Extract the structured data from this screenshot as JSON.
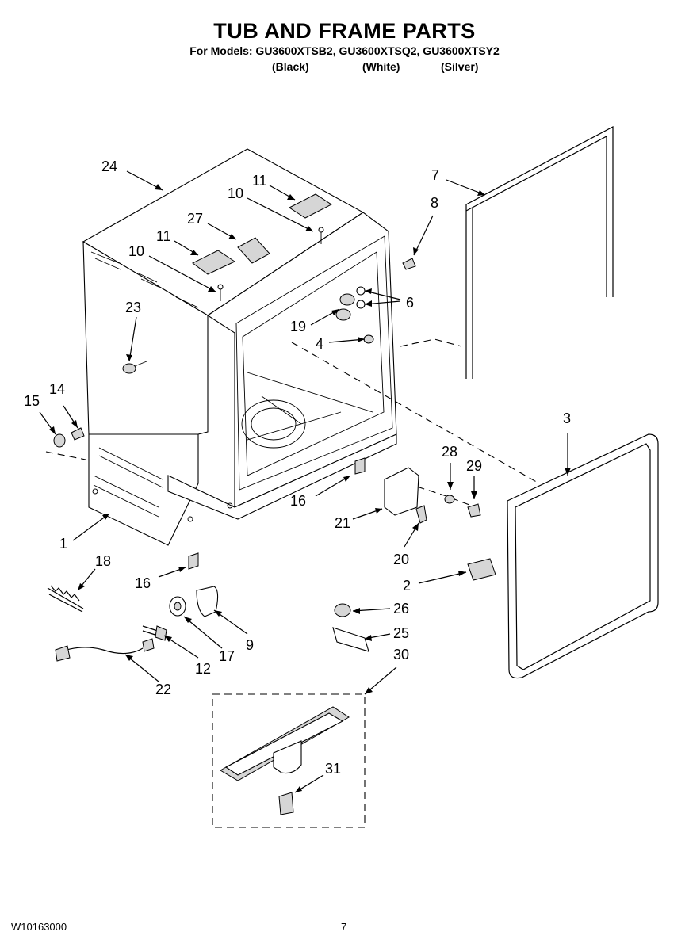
{
  "header": {
    "title": "TUB AND FRAME PARTS",
    "models": "For Models: GU3600XTSB2, GU3600XTSQ2, GU3600XTSY2",
    "colors": [
      "(Black)",
      "(White)",
      "(Silver)"
    ]
  },
  "callouts": [
    "24",
    "11",
    "10",
    "27",
    "11",
    "10",
    "23",
    "7",
    "8",
    "6",
    "19",
    "4",
    "14",
    "15",
    "1",
    "3",
    "28",
    "29",
    "16",
    "21",
    "20",
    "18",
    "16",
    "2",
    "26",
    "25",
    "9",
    "17",
    "12",
    "30",
    "22",
    "31"
  ],
  "footer": {
    "doc_number": "W10163000",
    "page": "7"
  }
}
